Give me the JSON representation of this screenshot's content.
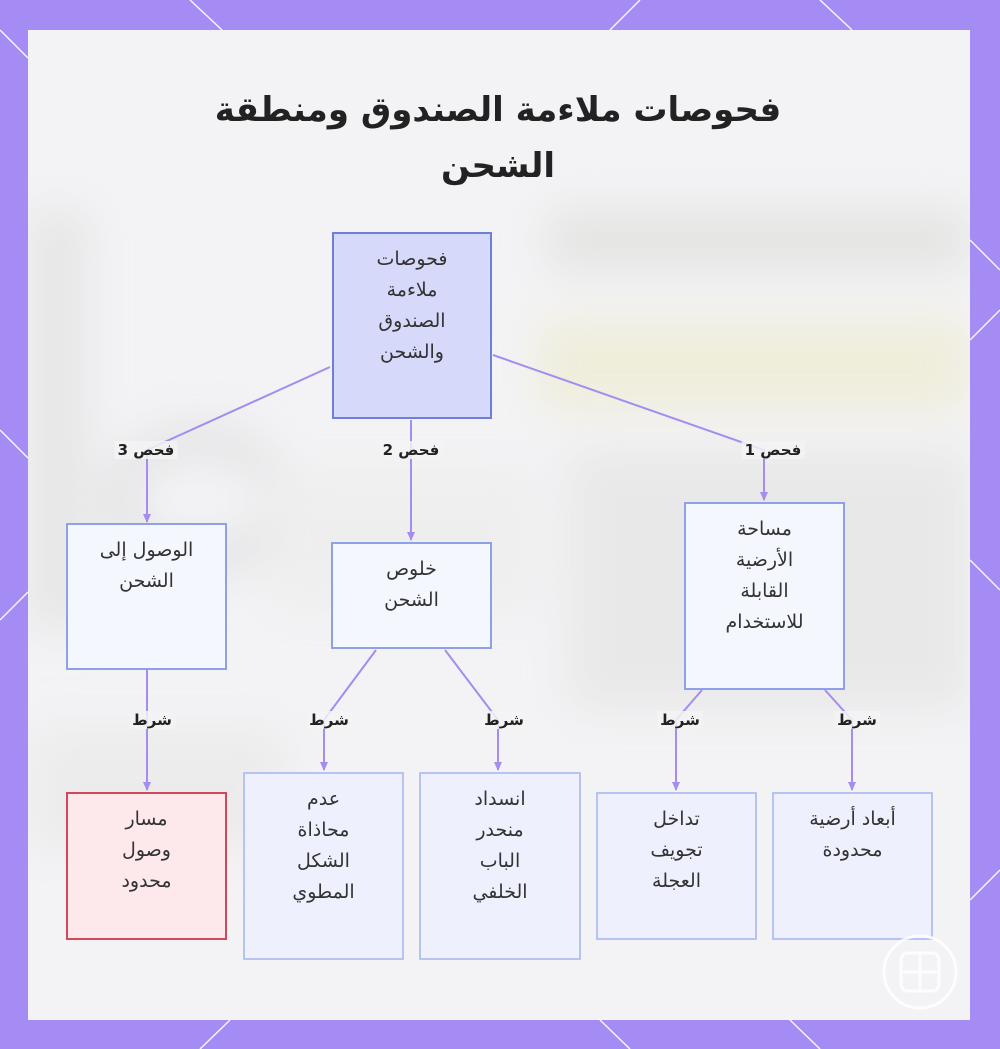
{
  "diagram": {
    "title": "فحوصات ملاءمة الصندوق ومنطقة الشحن",
    "nodes": {
      "root": "فحوصات\nملاءمة\nالصندوق\nوالشحن",
      "check1": "مساحة\nالأرضية\nالقابلة\nللاستخدام",
      "check2": "خلوص\nالشحن",
      "check3": "الوصول إلى\nالشحن",
      "leaf_floor_dims": "أبعاد أرضية\nمحدودة",
      "leaf_wheel_well": "تداخل\nتجويف\nالعجلة",
      "leaf_tailgate": "انسداد\nمنحدر\nالباب\nالخلفي",
      "leaf_fold_flat": "عدم\nمحاذاة\nالشكل\nالمطوي",
      "leaf_access_path": "مسار\nوصول\nمحدود"
    },
    "edge_labels": {
      "check1": "فحص 1",
      "check2": "فحص 2",
      "check3": "فحص 3",
      "cond_floor_dims": "شرط",
      "cond_wheel_well": "شرط",
      "cond_tailgate": "شرط",
      "cond_fold_flat": "شرط",
      "cond_access_path": "شرط"
    },
    "colors": {
      "frame": "#a48cf4",
      "edge": "#a58cf0",
      "root_fill": "#d6d9fa",
      "node_border": "#8ea0e6",
      "alert_fill": "#fde8ec",
      "alert_border": "#d2475a"
    }
  }
}
